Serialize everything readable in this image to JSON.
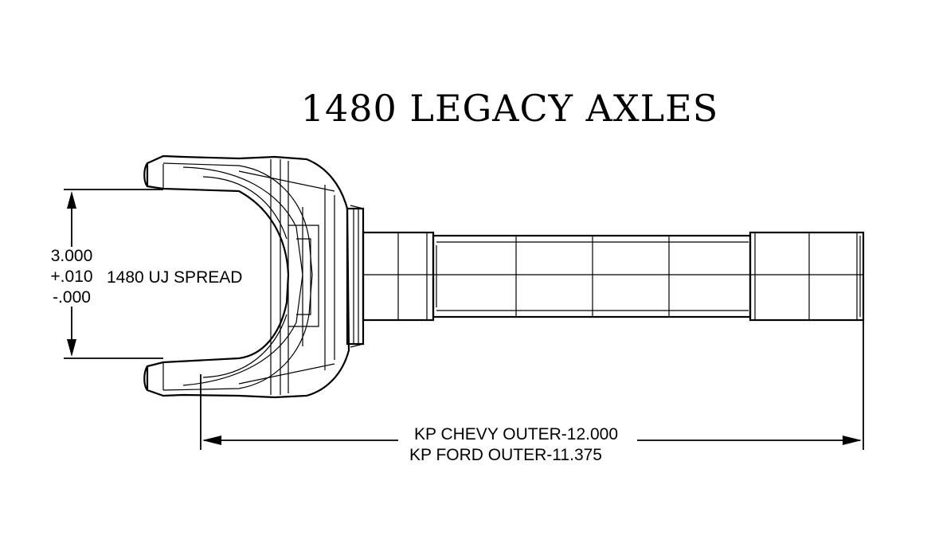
{
  "title": "1480 LEGACY AXLES",
  "spread_dimension": {
    "nominal": "3.000",
    "plus_tolerance": "+.010",
    "minus_tolerance": "-.000",
    "label": "1480 UJ SPREAD"
  },
  "length_dimension": {
    "line1": "KP CHEVY OUTER-12.000",
    "line2": "KP FORD OUTER-11.375"
  },
  "colors": {
    "ink": "#000000",
    "background": "#ffffff"
  }
}
